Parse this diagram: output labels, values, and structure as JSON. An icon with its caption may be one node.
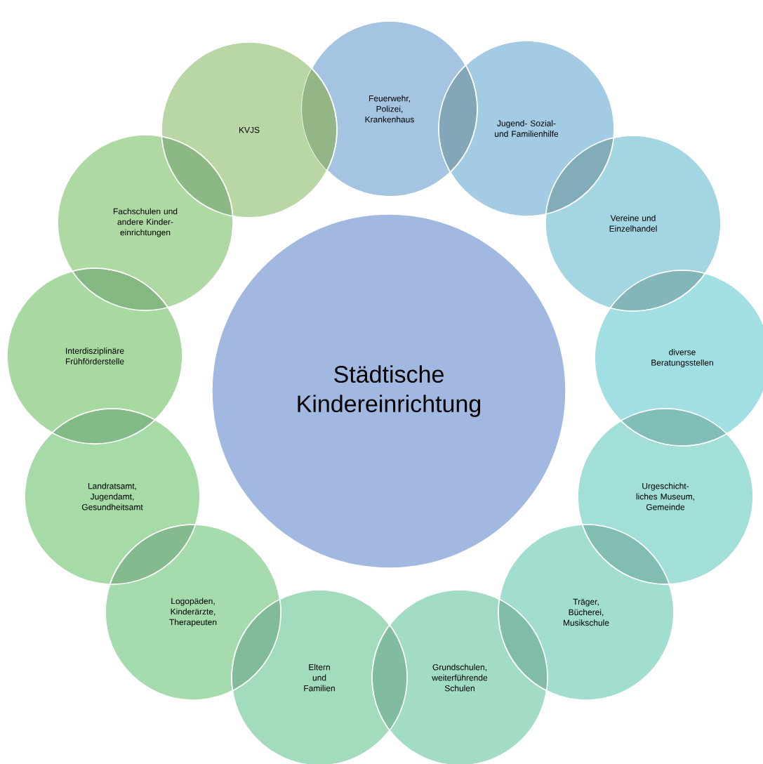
{
  "diagram": {
    "nodes": [
      {
        "text": [
          "Städtische Kindereinrichtung"
        ]
      },
      {
        "text": [
          "Feuerwehr, Polizei, Krankenhaus"
        ]
      },
      {
        "text": [
          "Jugend- Sozial- und Familienhilfe"
        ]
      },
      {
        "text": [
          "Vereine und Einzelhandel"
        ]
      },
      {
        "text": [
          "diverse Beratungsstellen"
        ]
      },
      {
        "text": [
          "Urgeschicht- liches Museum, Gemeinde"
        ]
      },
      {
        "text": [
          "Träger, Bücherei, Musikschule"
        ]
      },
      {
        "text": [
          "Grundschulen, weiterführende Schulen"
        ]
      },
      {
        "text": [
          "Eltern und Familien"
        ]
      },
      {
        "text": [
          "Logopäden, Kinderärzte, Therapeuten"
        ]
      },
      {
        "text": [
          "Landratsamt, Jugendamt, Gesundheitsamt"
        ]
      },
      {
        "text": [
          "Interdisziplinäre Frühförderstelle"
        ]
      },
      {
        "text": [
          "Fachschulen und andere Kinder- einrichtungen"
        ]
      },
      {
        "text": [
          "KVJS"
        ]
      }
    ]
  }
}
